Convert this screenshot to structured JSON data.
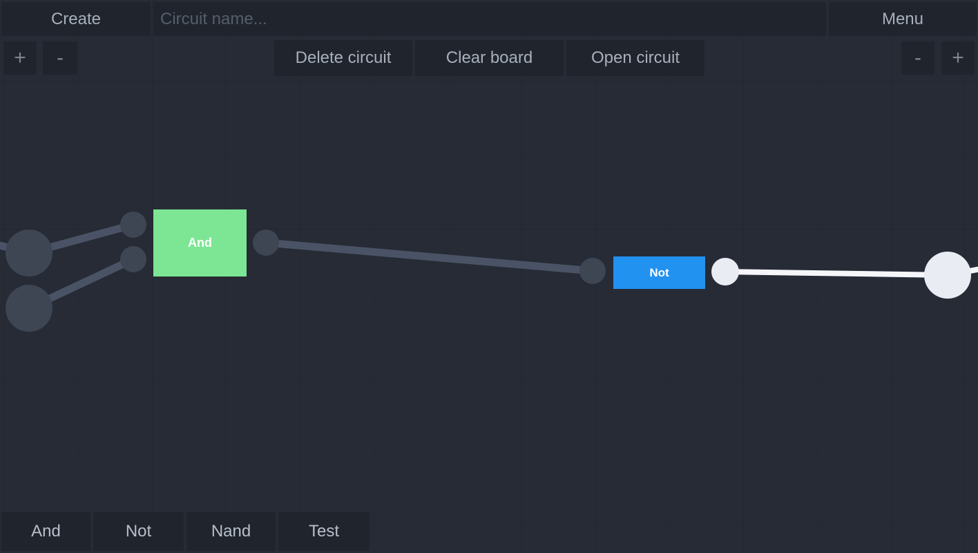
{
  "topbar": {
    "create_label": "Create",
    "circuit_name_placeholder": "Circuit name...",
    "menu_label": "Menu"
  },
  "toolbar": {
    "zoom_in_label": "+",
    "zoom_out_label": "-",
    "delete_circuit_label": "Delete circuit",
    "clear_board_label": "Clear board",
    "open_circuit_label": "Open circuit"
  },
  "palette": {
    "items": [
      {
        "label": "And"
      },
      {
        "label": "Not"
      },
      {
        "label": "Nand"
      },
      {
        "label": "Test"
      }
    ]
  },
  "canvas": {
    "gates": [
      {
        "label": "And",
        "color": "#7ce694"
      },
      {
        "label": "Not",
        "color": "#2292f0"
      }
    ],
    "colors": {
      "background": "#262b35",
      "node_off": "#3e4654",
      "wire_off": "#4a5365",
      "node_on": "#e9ecf2",
      "wire_on": "#f4f6fa"
    }
  }
}
